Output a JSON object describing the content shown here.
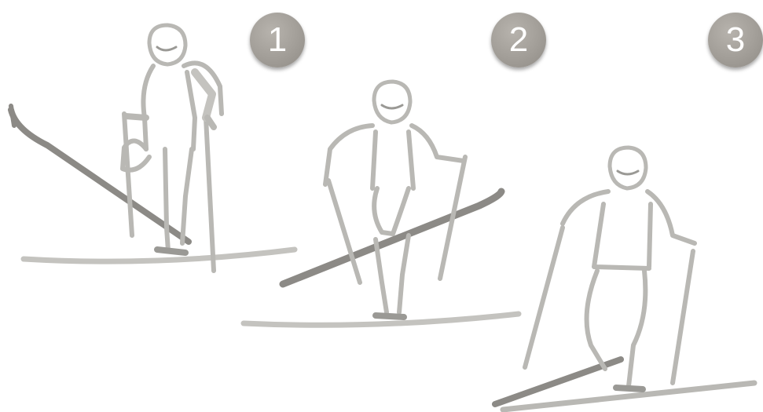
{
  "steps": [
    {
      "number": "1",
      "label": "step-1"
    },
    {
      "number": "2",
      "label": "step-2"
    },
    {
      "number": "3",
      "label": "step-3"
    }
  ],
  "colors": {
    "badge": "#a29e98",
    "ski_dark": "#8c8a86",
    "ski_light": "#c4c3bf",
    "outline": "#b9b8b4",
    "outline_dark": "#9a9995"
  }
}
